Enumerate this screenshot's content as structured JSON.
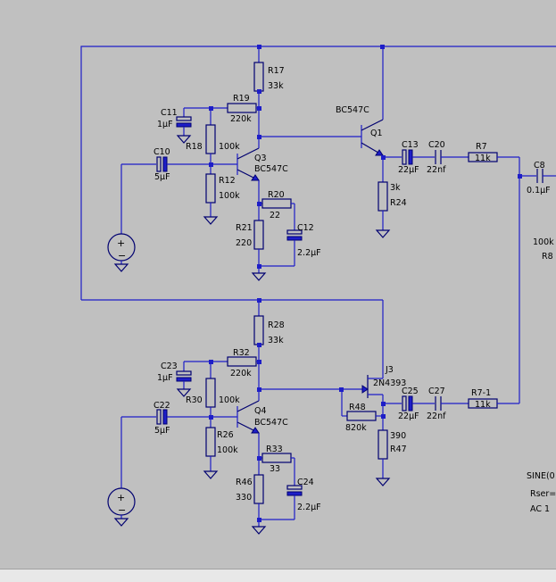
{
  "labels": {
    "r17": "R17",
    "r17v": "33k",
    "r19": "R19",
    "r19v": "220k",
    "c11": "C11",
    "c11v": "1µF",
    "r18": "R18",
    "r18v": "100k",
    "c10": "C10",
    "c10v": "5µF",
    "q3": "Q3",
    "q3m": "BC547C",
    "r12": "R12",
    "r12v": "100k",
    "r20": "R20",
    "r20v": "22",
    "r21": "R21",
    "r21v": "220",
    "c12": "C12",
    "c12v": "2.2µF",
    "q1m": "BC547C",
    "q1": "Q1",
    "c13": "C13",
    "c13v": "22µF",
    "c20": "C20",
    "c20v": "22nf",
    "r7": "R7",
    "r7v": "11k",
    "c8": "C8",
    "c8v": "0.1µF",
    "r24": "R24",
    "r24v": "3k",
    "r8": "R8",
    "r8v": "100k",
    "r28": "R28",
    "r28v": "33k",
    "r32": "R32",
    "r32v": "220k",
    "c23": "C23",
    "c23v": "1µF",
    "r30": "R30",
    "r30v": "100k",
    "j3": "J3",
    "j3m": "2N4393",
    "c22": "C22",
    "c22v": "5µF",
    "q4": "Q4",
    "q4m": "BC547C",
    "r26": "R26",
    "r26v": "100k",
    "r48": "R48",
    "r48v": "820k",
    "c25": "C25",
    "c25v": "22µF",
    "c27": "C27",
    "c27v": "22nf",
    "r71": "R7-1",
    "r71v": "11k",
    "r47": "R47",
    "r47v": "390",
    "r33": "R33",
    "r33v": "33",
    "r46": "R46",
    "r46v": "330",
    "c24": "C24",
    "c24v": "2.2µF",
    "sine": "SINE(0",
    "rser": "Rser=",
    "ac": "AC 1"
  }
}
